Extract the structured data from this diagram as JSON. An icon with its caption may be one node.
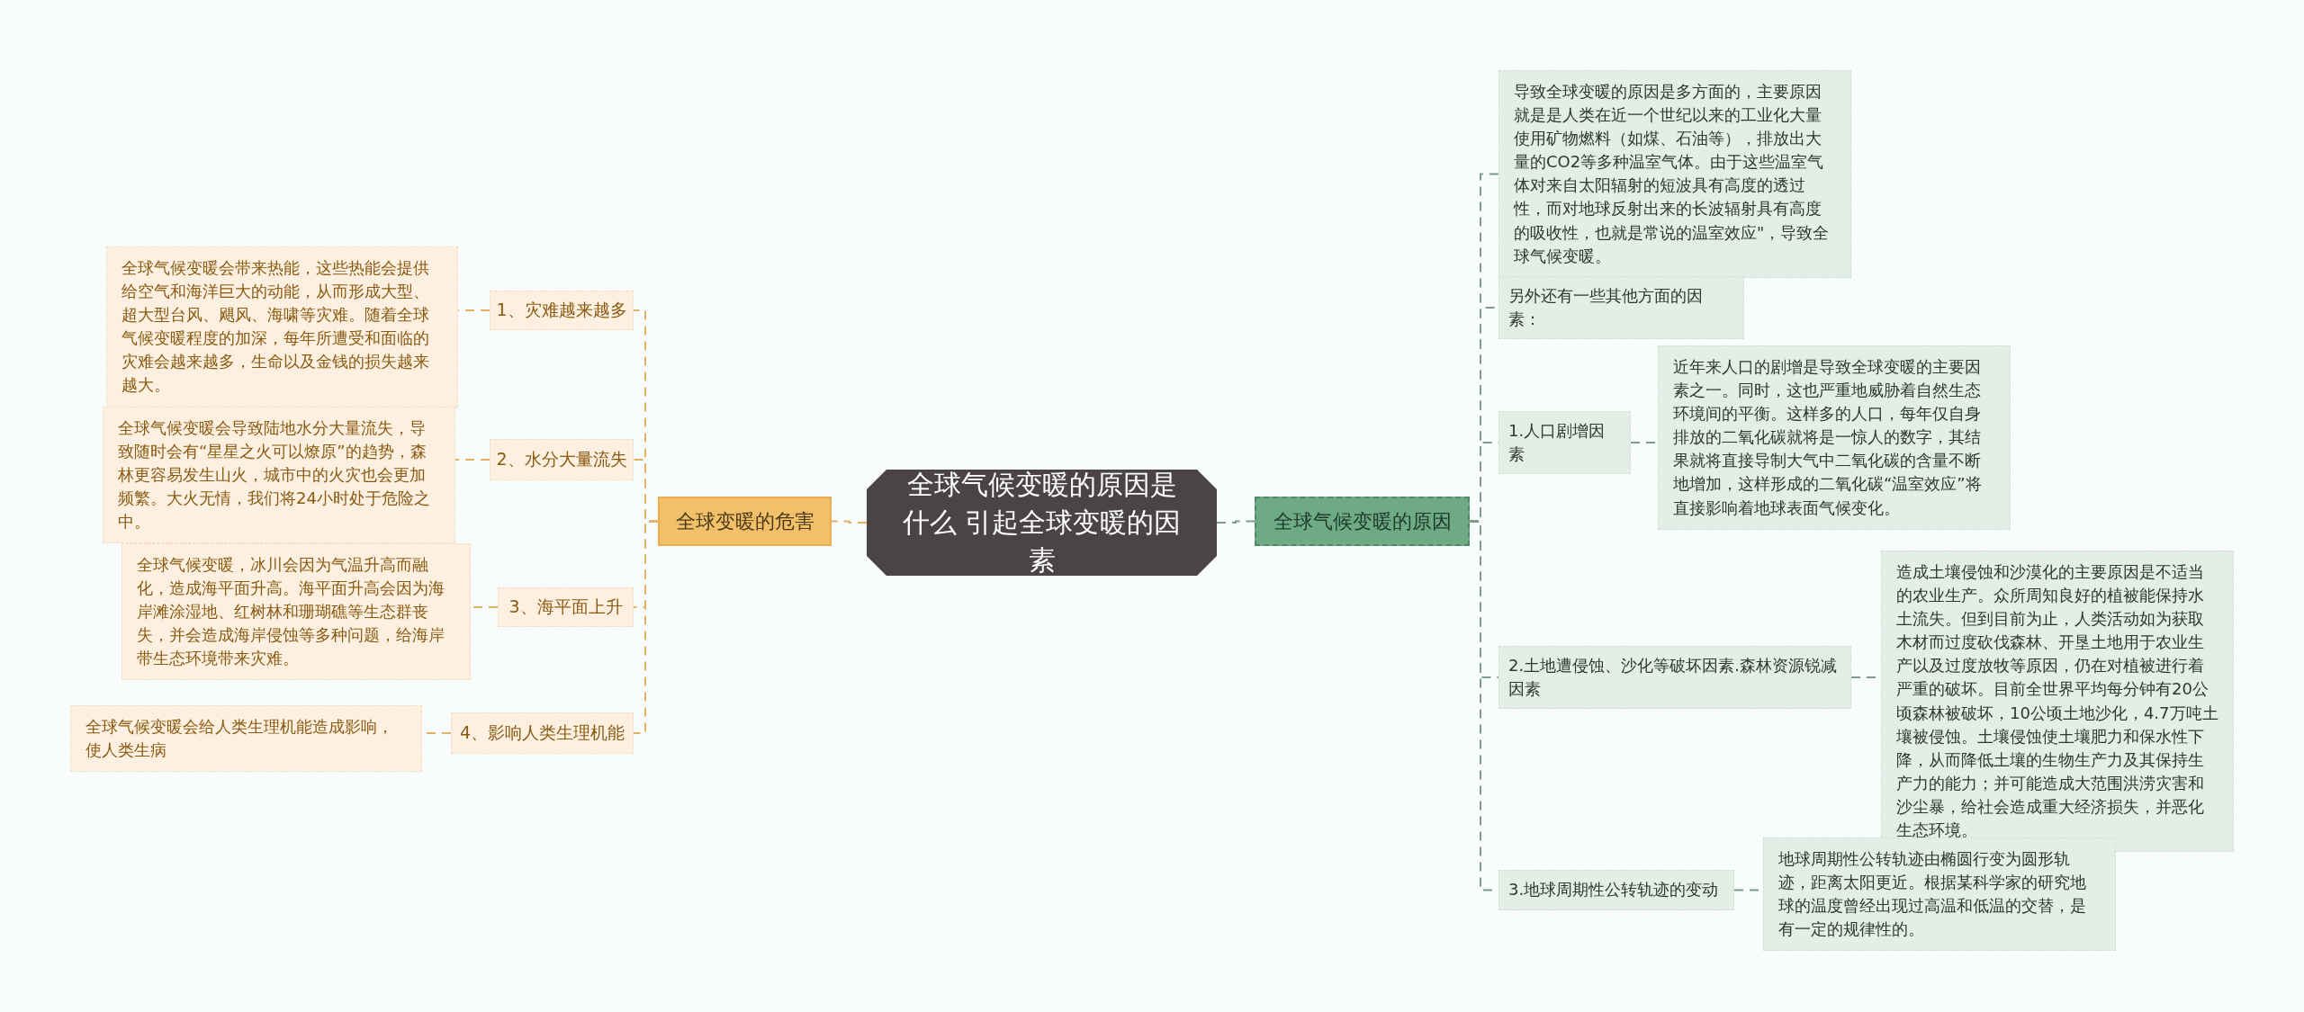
{
  "diagram": {
    "nodes": [
      {
        "text": [
          "全球气候变暖的原因是什么 引起全球变暖的因素"
        ]
      },
      {
        "text": [
          "全球变暖的危害"
        ]
      },
      {
        "text": [
          "1、灾难越来越多"
        ]
      },
      {
        "text": [
          "全球气候变暖会带来热能，这些热能会提供给空气和海洋巨大的动能，从而形成大型、超大型台风、飓风、海啸等灾难。随着全球气候变暖程度的加深，每年所遭受和面临的灾难会越来越多，生命以及金钱的损失越来越大。"
        ]
      },
      {
        "text": [
          "2、水分大量流失"
        ]
      },
      {
        "text": [
          "全球气候变暖会导致陆地水分大量流失，导致随时会有“星星之火可以燎原”的趋势，森林更容易发生山火，城市中的火灾也会更加频繁。大火无情，我们将24小时处于危险之中。"
        ]
      },
      {
        "text": [
          "3、海平面上升"
        ]
      },
      {
        "text": [
          "全球气候变暖，冰川会因为气温升高而融化，造成海平面升高。海平面升高会因为海岸滩涂湿地、红树林和珊瑚礁等生态群丧失，并会造成海岸侵蚀等多种问题，给海岸带生态环境带来灾难。"
        ]
      },
      {
        "text": [
          "4、影响人类生理机能"
        ]
      },
      {
        "text": [
          "全球气候变暖会给人类生理机能造成影响，使人类生病"
        ]
      },
      {
        "text": [
          "全球气候变暖的原因"
        ]
      },
      {
        "text": [
          "导致全球变暖的原因是多方面的，主要原因就是是人类在近一个世纪以来的工业化大量使用矿物燃料（如煤、石油等），排放出大量的CO2等多种温室气体。由于这些温室气体对来自太阳辐射的短波具有高度的透过性，而对地球反射出来的长波辐射具有高度的吸收性，也就是常说的温室效应\"，导致全球气候变暖。"
        ]
      },
      {
        "text": [
          "另外还有一些其他方面的因素："
        ]
      },
      {
        "text": [
          "1.人口剧增因素"
        ]
      },
      {
        "text": [
          "近年来人口的剧增是导致全球变暖的主要因素之一。同时，这也严重地威胁着自然生态环境间的平衡。这样多的人口，每年仅自身排放的二氧化碳就将是一惊人的数字，其结果就将直接导制大气中二氧化碳的含量不断地增加，这样形成的二氧化碳“温室效应”将直接影响着地球表面气候变化。"
        ]
      },
      {
        "text": [
          "2.土地遭侵蚀、沙化等破坏因素.森林资源锐减因素"
        ]
      },
      {
        "text": [
          "造成土壤侵蚀和沙漠化的主要原因是不适当的农业生产。众所周知良好的植被能保持水土流失。但到目前为止，人类活动如为获取木材而过度砍伐森林、开垦土地用于农业生产以及过度放牧等原因，仍在对植被进行着严重的破坏。目前全世界平均每分钟有20公顷森林被破坏，10公顷土地沙化，4.7万吨土壤被侵蚀。土壤侵蚀使土壤肥力和保水性下降，从而降低土壤的生物生产力及其保持生产力的能力；并可能造成大范围洪涝灾害和沙尘暴，给社会造成重大经济损失，并恶化生态环境。"
        ]
      },
      {
        "text": [
          "3.地球周期性公转轨迹的变动"
        ]
      },
      {
        "text": [
          "地球周期性公转轨迹由椭圆行变为圆形轨迹，距离太阳更近。根据某科学家的研究地球的温度曾经出现过高温和低温的交替，是有一定的规律性的。"
        ]
      }
    ],
    "edges": [
      {
        "from": 0,
        "to": 1,
        "arrow": "none",
        "color": "#e3b064"
      },
      {
        "from": 1,
        "to": 2,
        "arrow": "none",
        "color": "#e3b064"
      },
      {
        "from": 1,
        "to": 4,
        "arrow": "none",
        "color": "#e3b064"
      },
      {
        "from": 1,
        "to": 6,
        "arrow": "none",
        "color": "#e3b064"
      },
      {
        "from": 1,
        "to": 8,
        "arrow": "none",
        "color": "#e3b064"
      },
      {
        "from": 2,
        "to": 3,
        "arrow": "none",
        "color": "#e3b064"
      },
      {
        "from": 4,
        "to": 5,
        "arrow": "none",
        "color": "#e3b064"
      },
      {
        "from": 6,
        "to": 7,
        "arrow": "none",
        "color": "#e3b064"
      },
      {
        "from": 8,
        "to": 9,
        "arrow": "none",
        "color": "#e3b064"
      },
      {
        "from": 0,
        "to": 10,
        "arrow": "none",
        "color": "#7f9a8a"
      },
      {
        "from": 10,
        "to": 11,
        "arrow": "none",
        "color": "#7f9a8a"
      },
      {
        "from": 10,
        "to": 12,
        "arrow": "none",
        "color": "#7f9a8a"
      },
      {
        "from": 10,
        "to": 13,
        "arrow": "none",
        "color": "#7f9a8a"
      },
      {
        "from": 10,
        "to": 15,
        "arrow": "none",
        "color": "#7f9a8a"
      },
      {
        "from": 10,
        "to": 17,
        "arrow": "none",
        "color": "#7f9a8a"
      },
      {
        "from": 13,
        "to": 14,
        "arrow": "none",
        "color": "#7f9a8a"
      },
      {
        "from": 15,
        "to": 16,
        "arrow": "none",
        "color": "#7f9a8a"
      },
      {
        "from": 17,
        "to": 18,
        "arrow": "none",
        "color": "#7f9a8a"
      }
    ]
  }
}
